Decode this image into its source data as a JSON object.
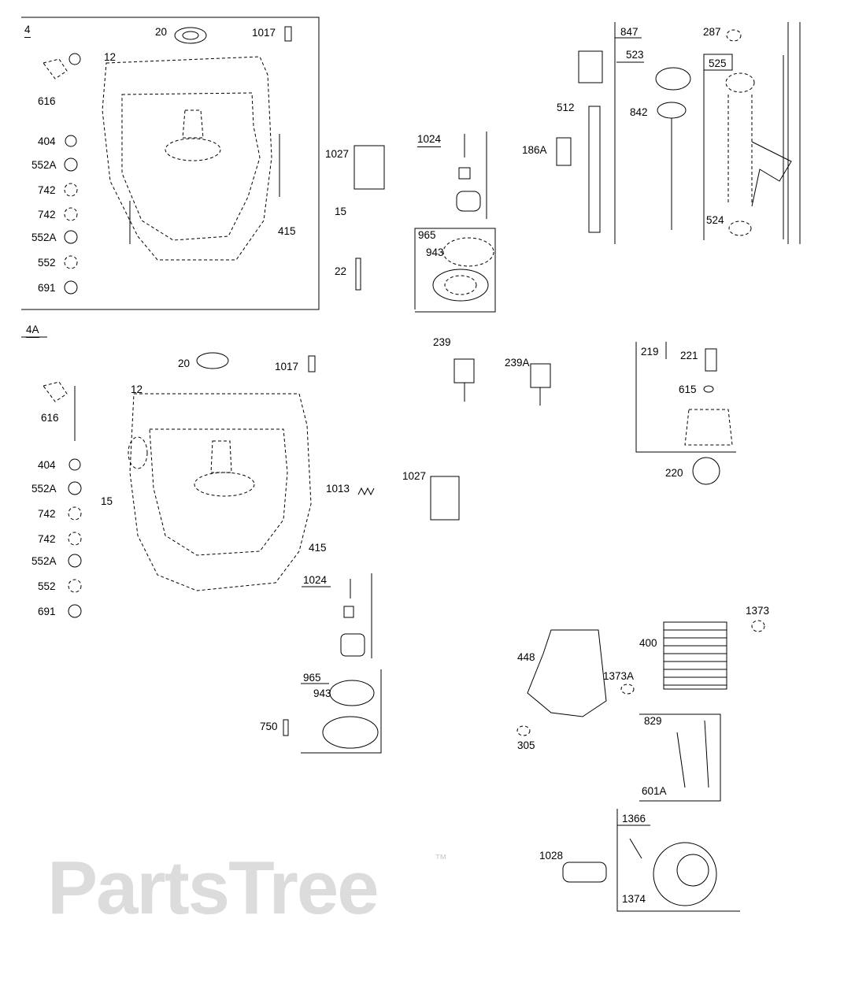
{
  "watermark": {
    "text": "PartsTree",
    "trademark": "™"
  },
  "labels": [
    "4",
    "20",
    "1017",
    "12",
    "616",
    "404",
    "552A",
    "742",
    "742",
    "552A",
    "552",
    "691",
    "1027",
    "15",
    "415",
    "22",
    "1024",
    "965",
    "943",
    "512",
    "186A",
    "847",
    "523",
    "842",
    "287",
    "525",
    "524",
    "4A",
    "20",
    "1017",
    "12",
    "616",
    "404",
    "552A",
    "742",
    "742",
    "552A",
    "552",
    "691",
    "15",
    "1013",
    "1027",
    "415",
    "1024",
    "965",
    "943",
    "750",
    "239",
    "239A",
    "219",
    "221",
    "615",
    "220",
    "448",
    "400",
    "1373",
    "1373A",
    "305",
    "829",
    "601A",
    "1366",
    "1028",
    "1374"
  ]
}
